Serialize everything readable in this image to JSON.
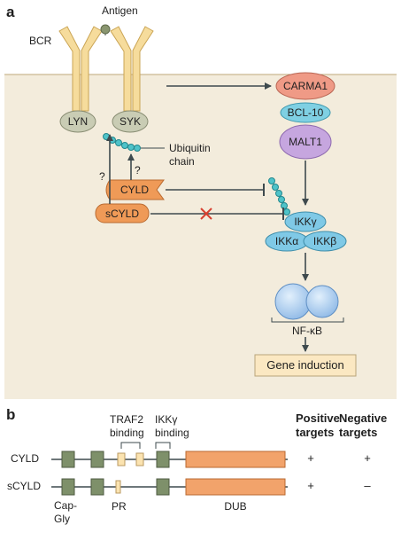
{
  "panel_a": {
    "letter": "a",
    "antigen": "Antigen",
    "bcr": "BCR",
    "lyn": "LYN",
    "syk": "SYK",
    "ubiquitin_chain": "Ubiquitin\nchain",
    "question_1": "?",
    "question_2": "?",
    "cyld": "CYLD",
    "scyld": "sCYLD",
    "carma1": "CARMA1",
    "bcl10": "BCL-10",
    "malt1": "MALT1",
    "ikk_gamma": "IKKγ",
    "ikk_alpha": "IKKα",
    "ikk_beta": "IKKβ",
    "nfkb": "NF-κB",
    "gene_induction": "Gene induction"
  },
  "panel_b": {
    "letter": "b",
    "traf2_binding": "TRAF2\nbinding",
    "ikk_gamma_binding": "IKKγ\nbinding",
    "positive_targets": "Positive\ntargets",
    "negative_targets": "Negative\ntargets",
    "cyld_row": {
      "label": "CYLD",
      "positive": "+",
      "negative": "+"
    },
    "scyld_row": {
      "label": "sCYLD",
      "positive": "+",
      "negative": "–"
    },
    "cap_gly": "Cap-\nGly",
    "pr": "PR",
    "dub": "DUB"
  },
  "colors": {
    "membrane_bg": "#f3ecdc",
    "receptor_fill": "#f6dc9c",
    "kinase_fill": "#c9ccb4",
    "ubiquitin": "#4fc3c9",
    "cyld_fill": "#ef9a57",
    "carma_fill": "#ef9a86",
    "bcl_fill": "#7fd0e3",
    "malt_fill": "#c6a6df",
    "ikk_fill": "#7fc9e6",
    "nfkb_fill": "#a9cdf0",
    "gene_box_fill": "#fbe8c2",
    "domain_green": "#7e906a",
    "domain_orange": "#f2a36b",
    "inhibit_x": "#d84030"
  }
}
